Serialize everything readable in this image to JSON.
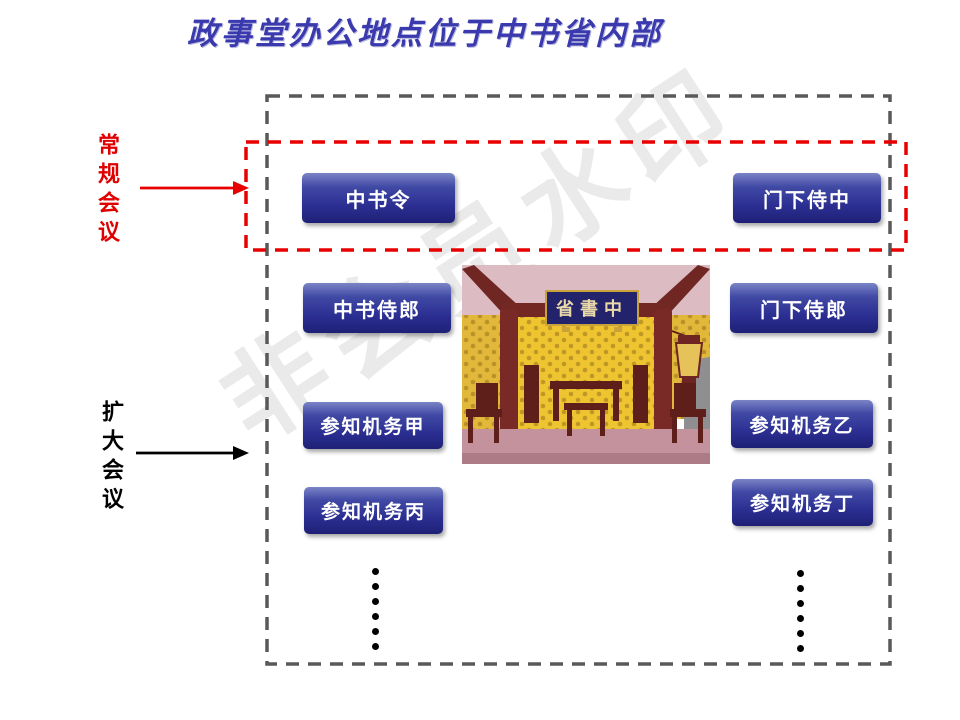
{
  "title": {
    "text": "政事堂办公地点位于中书省内部"
  },
  "watermark": {
    "text": "非会员水印"
  },
  "labels": {
    "regular_meeting": {
      "text": "常规会议",
      "color": "#e00000"
    },
    "expanded_meeting": {
      "text": "扩大会议",
      "color": "#000000"
    }
  },
  "boxes": {
    "zhongshu_ling": "中书令",
    "menxia_shizhong": "门下侍中",
    "zhongshu_shilang": "中书侍郎",
    "menxia_shilang": "门下侍郎",
    "canzhi_jiwu_jia": "参知机务甲",
    "canzhi_jiwu_yi": "参知机务乙",
    "canzhi_jiwu_bing": "参知机务丙",
    "canzhi_jiwu_ding": "参知机务丁"
  },
  "photo": {
    "plaque_text": "省書中"
  },
  "ellipsis": {
    "count": 6
  },
  "colors": {
    "box_blue": "#2e3192",
    "border_gray": "#595959",
    "accent_red": "#e80000",
    "title_blue": "#3a3aae"
  }
}
